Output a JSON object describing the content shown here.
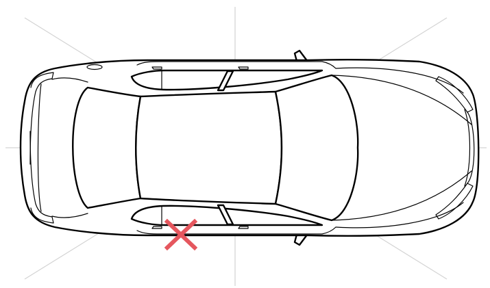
{
  "diagram": {
    "subject": "car-top-view",
    "colors": {
      "background": "#ffffff",
      "guide_lines": "#d3d3d3",
      "outline": "#000000",
      "damage_marker": "#e5575e"
    },
    "markers": [
      {
        "type": "x-mark",
        "location": "left-rear-door-bottom"
      }
    ]
  }
}
